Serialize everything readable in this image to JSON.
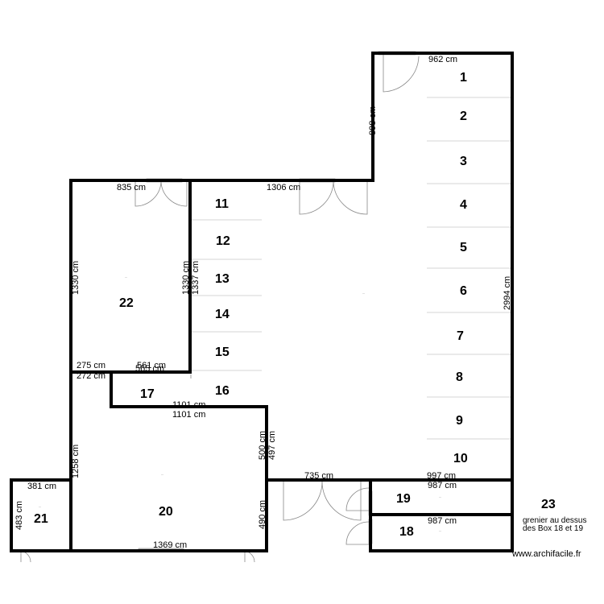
{
  "dimensions": {
    "d962": "962 cm",
    "d898": "898 cm",
    "d835": "835 cm",
    "d1306": "1306 cm",
    "d1330a": "1330 cm",
    "d1330b": "1330 cm",
    "d1337": "1337 cm",
    "d2994": "2994 cm",
    "d275": "275 cm",
    "d272": "272 cm",
    "d561": "561 cm",
    "d565": "565 cm",
    "d1101a": "1101 cm",
    "d1101b": "1101 cm",
    "d500": "500 cm",
    "d497": "497 cm",
    "d1258": "1258 cm",
    "d735": "735 cm",
    "d997": "997 cm",
    "d987a": "987 cm",
    "d987b": "987 cm",
    "d381": "381 cm",
    "d483": "483 cm",
    "d490": "490 cm",
    "d1369": "1369 cm"
  },
  "rooms": {
    "r1": "1",
    "r2": "2",
    "r3": "3",
    "r4": "4",
    "r5": "5",
    "r6": "6",
    "r7": "7",
    "r8": "8",
    "r9": "9",
    "r10": "10",
    "r11": "11",
    "r12": "12",
    "r13": "13",
    "r14": "14",
    "r15": "15",
    "r16": "16",
    "r17": "17",
    "r18": "18",
    "r19": "19",
    "r20": "20",
    "r21": "21",
    "r22": "22",
    "r23": "23"
  },
  "note": {
    "line1": "grenier au dessus",
    "line2": "des Box 18 et 19"
  },
  "watermark": "www.archifacile.fr"
}
